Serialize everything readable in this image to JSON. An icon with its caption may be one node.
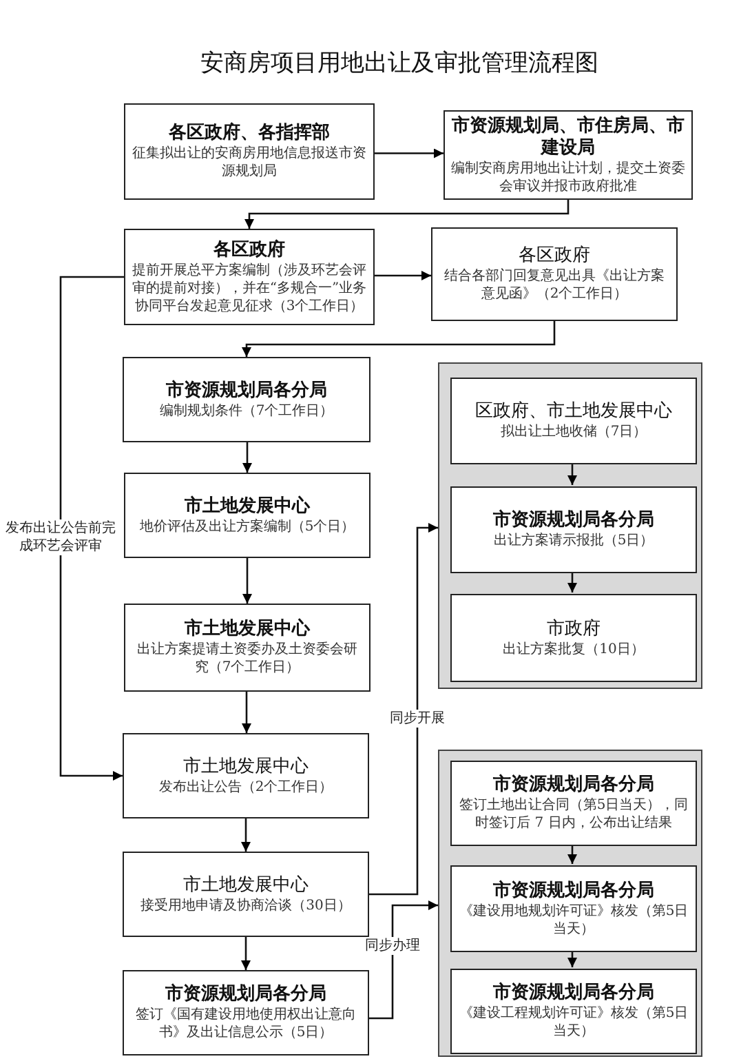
{
  "diagram": {
    "title": "安商房项目用地出让及审批管理流程图",
    "nodes": [
      {
        "text": [
          "各区政府、各指挥部",
          "征集拟出让的安商房用地信息报送市资源规划局"
        ]
      },
      {
        "text": [
          "市资源规划局、市住房局、市建设局",
          "编制安商房用地出让计划，提交土资委会审议并报市政府批准"
        ]
      },
      {
        "text": [
          "各区政府",
          "提前开展总平方案编制（涉及环艺会评审的提前对接），并在“多规合一”业务协同平台发起意见征求（3个工作日）"
        ]
      },
      {
        "text": [
          "各区政府",
          "结合各部门回复意见出具《出让方案意见函》（2个工作日）"
        ]
      },
      {
        "text": [
          "市资源规划局各分局",
          "编制规划条件（7个工作日）"
        ]
      },
      {
        "text": [
          "市土地发展中心",
          "地价评估及出让方案编制（5个日）"
        ]
      },
      {
        "text": [
          "市土地发展中心",
          "出让方案提请土资委办及土资委会研究（7个工作日）"
        ]
      },
      {
        "text": [
          "市土地发展中心",
          "发布出让公告（2个工作日）"
        ]
      },
      {
        "text": [
          "市土地发展中心",
          "接受用地申请及协商洽谈（30日）"
        ]
      },
      {
        "text": [
          "市资源规划局各分局",
          "签订《国有建设用地使用权出让意向书》及出让信息公示（5日）"
        ]
      },
      {
        "text": [],
        "shape": "box"
      },
      {
        "text": [
          "区政府、市土地发展中心",
          "拟出让土地收储（7日）"
        ],
        "in": 10
      },
      {
        "text": [
          "市资源规划局各分局",
          "出让方案请示报批（5日）"
        ],
        "in": 10
      },
      {
        "text": [
          "市政府",
          "出让方案批复（10日）"
        ],
        "in": 10
      },
      {
        "text": [],
        "shape": "box"
      },
      {
        "text": [
          "市资源规划局各分局",
          "签订土地出让合同（第5日当天），同时签订后 7 日内，公布出让结果"
        ],
        "in": 14
      },
      {
        "text": [
          "市资源规划局各分局",
          "《建设用地规划许可证》核发（第5日当天）"
        ],
        "in": 14
      },
      {
        "text": [
          "市资源规划局各分局",
          "《建设工程规划许可证》核发（第5日当天）"
        ],
        "in": 14
      }
    ],
    "edges": [
      {
        "from": 0,
        "to": 1,
        "arrow": "to"
      },
      {
        "from": 1,
        "to": 2,
        "arrow": "to"
      },
      {
        "from": 2,
        "to": 3,
        "arrow": "to"
      },
      {
        "from": 3,
        "to": 4,
        "arrow": "to"
      },
      {
        "from": 4,
        "to": 5,
        "arrow": "to"
      },
      {
        "from": 5,
        "to": 6,
        "arrow": "to"
      },
      {
        "from": 6,
        "to": 7,
        "arrow": "to"
      },
      {
        "from": 7,
        "to": 8,
        "arrow": "to"
      },
      {
        "from": 8,
        "to": 9,
        "arrow": "to"
      },
      {
        "from": 2,
        "to": 7,
        "arrow": "to",
        "label": "发布出让公告前完成环艺会评审"
      },
      {
        "from": 8,
        "to": 10,
        "arrow": "to",
        "label": "同步开展"
      },
      {
        "from": 9,
        "to": 14,
        "arrow": "to",
        "label": "同步办理"
      },
      {
        "from": 11,
        "to": 12,
        "arrow": "to"
      },
      {
        "from": 12,
        "to": 13,
        "arrow": "to"
      },
      {
        "from": 15,
        "to": 16,
        "arrow": "to"
      },
      {
        "from": 16,
        "to": 17,
        "arrow": "to"
      }
    ]
  }
}
